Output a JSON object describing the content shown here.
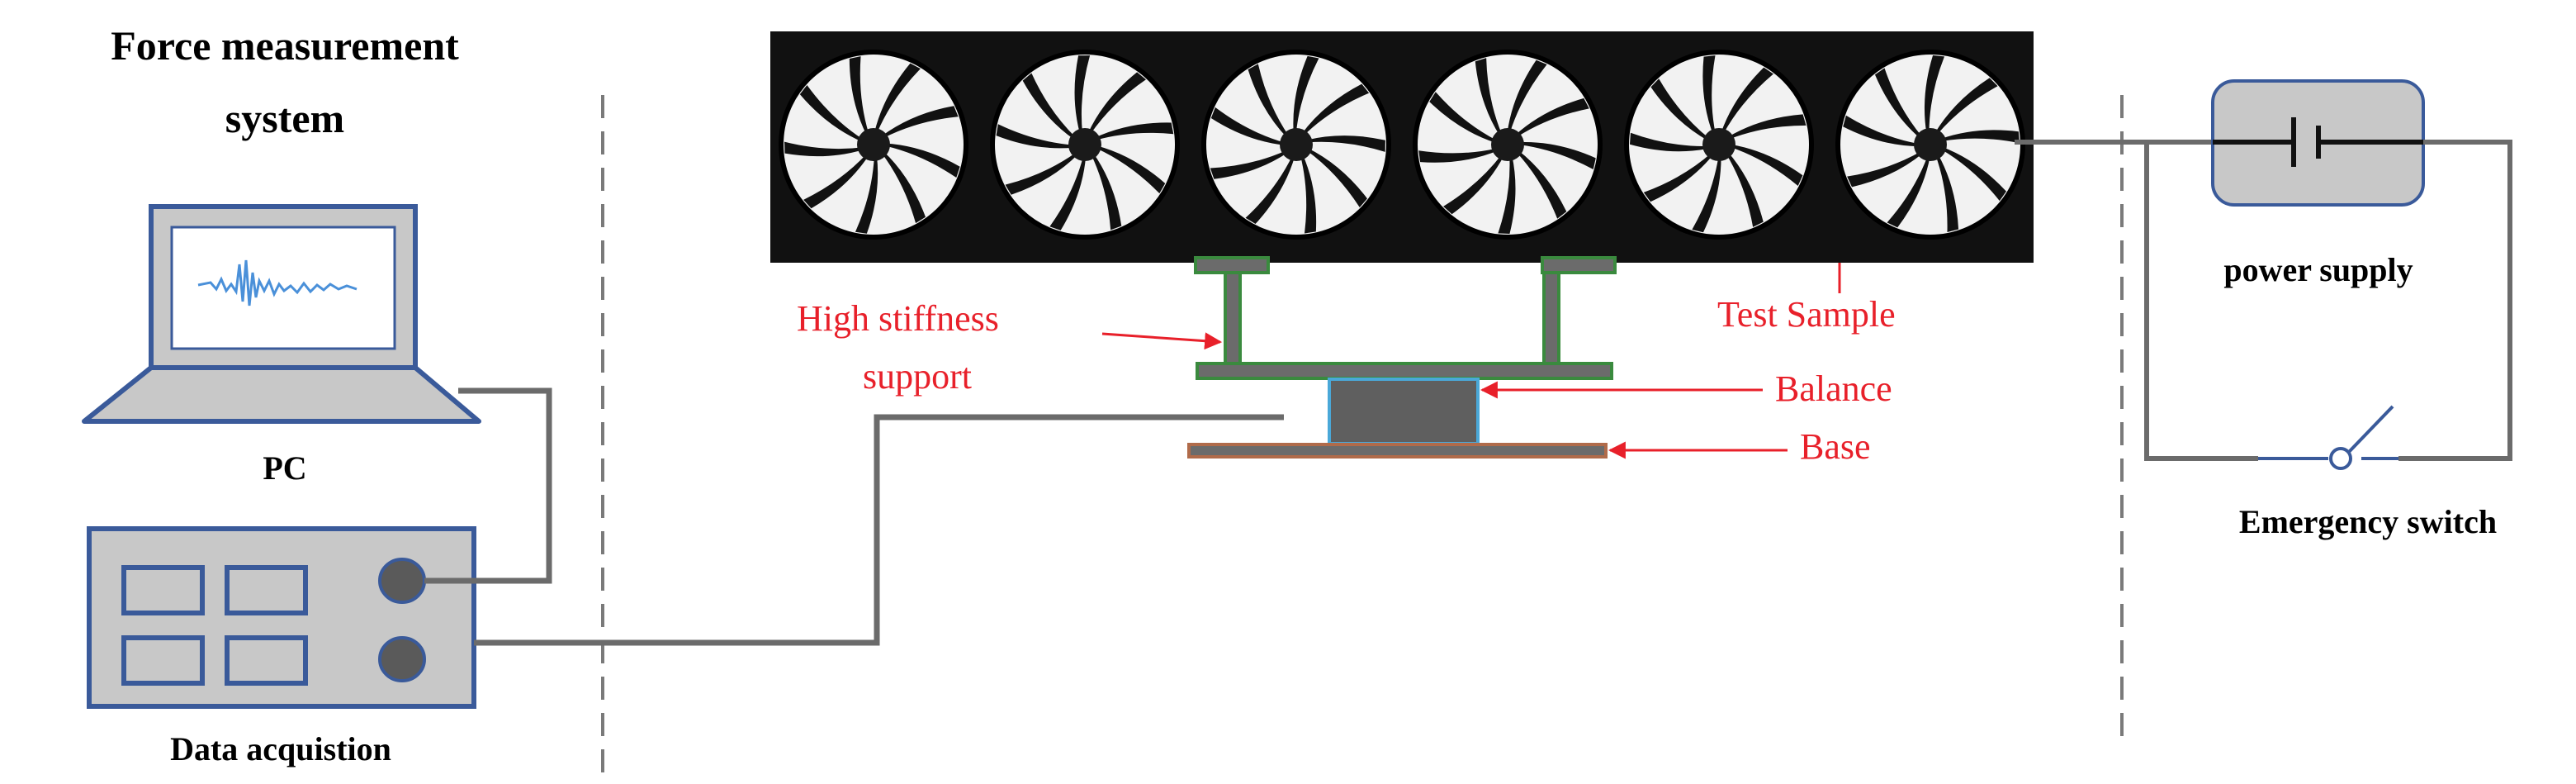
{
  "title": {
    "line1": "Force measurement",
    "line2": "system"
  },
  "labels": {
    "pc": "PC",
    "data_acquisition": "Data acquistion",
    "power_supply": "power supply",
    "emergency_switch": "Emergency switch",
    "test_sample": "Test Sample",
    "support_line1": "High stiffness",
    "support_line2": "support",
    "balance": "Balance",
    "base": "Base"
  },
  "fans": {
    "count": 6,
    "blades_per_fan": 9
  },
  "colors": {
    "annotation_red": "#e8202a",
    "support_green": "#3a8a3e",
    "balance_fill": "#5f5f5f",
    "balance_border": "#4aa8d8",
    "base_fill": "#b06b4a",
    "cable_gray": "#6b6b6b",
    "device_blue": "#3a5a9a",
    "device_fill": "#c8c8c8",
    "signal_blue": "#4a90d9",
    "fan_black": "#111111",
    "fan_white": "#f2f2f2"
  },
  "icons": {
    "pc": "laptop-icon",
    "daq": "data-acquisition-unit-icon",
    "battery": "battery-icon",
    "switch": "switch-icon"
  }
}
